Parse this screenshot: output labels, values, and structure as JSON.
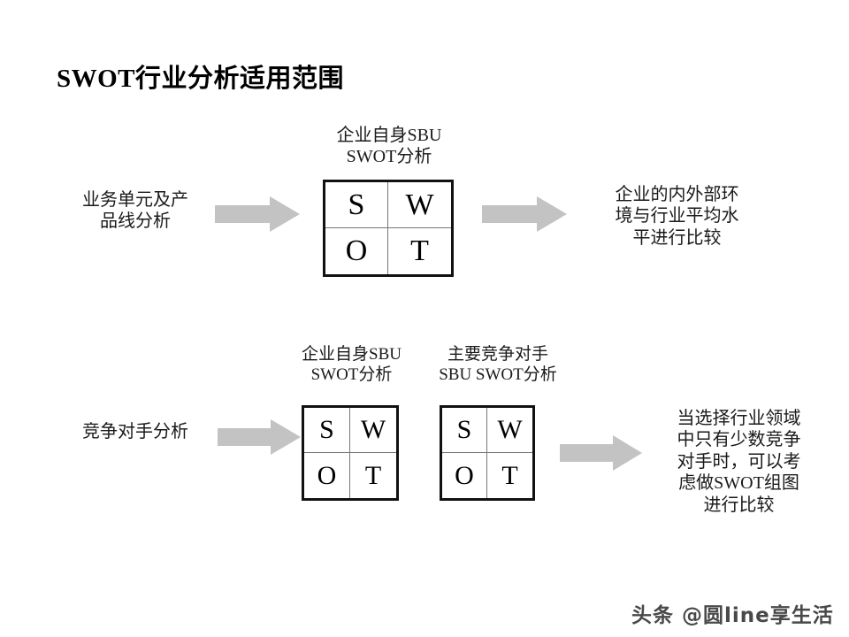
{
  "slide": {
    "title": "SWOT行业分析适用范围",
    "background_color": "#FFFFFF",
    "arrow_color": "#C3C3C3",
    "grid_border_color": "#111111",
    "text_color": "#1A1A1A"
  },
  "row1": {
    "input_label": "业务单元及产\n品线分析",
    "input_label_line1": "业务单元及产",
    "input_label_line2": "品线分析",
    "grid_caption_line1": "企业自身SBU",
    "grid_caption_line2": "SWOT分析",
    "grid": {
      "cells": [
        "S",
        "W",
        "O",
        "T"
      ]
    },
    "output_label_line1": "企业的内外部环",
    "output_label_line2": "境与行业平均水",
    "output_label_line3": "平进行比较",
    "arrow_in_name": "arrow-right",
    "arrow_out_name": "arrow-right"
  },
  "row2": {
    "input_label": "竞争对手分析",
    "grid_a_caption_line1": "企业自身SBU",
    "grid_a_caption_line2": "SWOT分析",
    "grid_b_caption_line1": "主要竞争对手",
    "grid_b_caption_line2": "SBU SWOT分析",
    "grid_a": {
      "cells": [
        "S",
        "W",
        "O",
        "T"
      ]
    },
    "grid_b": {
      "cells": [
        "S",
        "W",
        "O",
        "T"
      ]
    },
    "output_label_line1": "当选择行业领域",
    "output_label_line2": "中只有少数竞争",
    "output_label_line3": "对手时，可以考",
    "output_label_line4": "虑做SWOT组图",
    "output_label_line5": "进行比较"
  },
  "watermark": {
    "text": "头条 @圆line享生活"
  }
}
